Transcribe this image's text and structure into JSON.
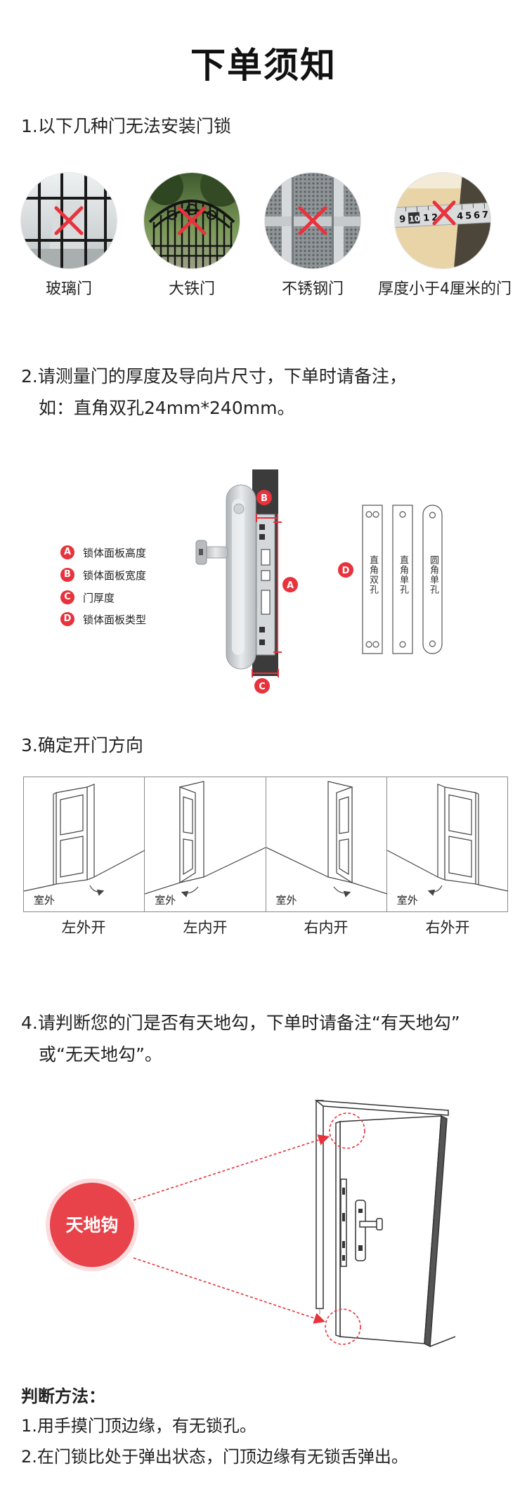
{
  "page": {
    "title": "下单须知"
  },
  "section1": {
    "heading": "1.以下几种门无法安装门锁",
    "items": [
      {
        "label": "玻璃门",
        "image": "glass-door"
      },
      {
        "label": "大铁门",
        "image": "iron-gate"
      },
      {
        "label": "不锈钢门",
        "image": "stainless-steel-door"
      },
      {
        "label": "厚度小于4厘米的门",
        "image": "tape-measure"
      }
    ],
    "tape_numbers": [
      "9",
      "10",
      "1",
      "2",
      "4",
      "5",
      "6",
      "7"
    ]
  },
  "section2": {
    "heading_line1": "2.请测量门的厚度及导向片尺寸，下单时请备注，",
    "heading_line2": "如：直角双孔24mm*240mm。",
    "legend": [
      {
        "letter": "A",
        "text": "锁体面板高度"
      },
      {
        "letter": "B",
        "text": "锁体面板宽度"
      },
      {
        "letter": "C",
        "text": "门厚度"
      },
      {
        "letter": "D",
        "text": "锁体面板类型"
      }
    ],
    "markers": {
      "a": "A",
      "b": "B",
      "c": "C",
      "d": "D"
    },
    "plates": [
      "直角双孔",
      "直角单孔",
      "圆角单孔"
    ]
  },
  "section3": {
    "heading": "3.确定开门方向",
    "doors": [
      {
        "label": "左外开",
        "outdoor": "室外"
      },
      {
        "label": "左内开",
        "outdoor": "室外"
      },
      {
        "label": "右内开",
        "outdoor": "室外"
      },
      {
        "label": "右外开",
        "outdoor": "室外"
      }
    ]
  },
  "section4": {
    "heading_line1": "4.请判断您的门是否有天地勾，下单时请备注“有天地勾”",
    "heading_line2": "或“无天地勾”。",
    "badge": "天地钩"
  },
  "method": {
    "title": "判断方法：",
    "steps": [
      "1.用手摸门顶边缘，有无锁孔。",
      "2.在门锁比处于弹出状态，门顶边缘有无锁舌弹出。"
    ]
  },
  "colors": {
    "accent": "#e8323c",
    "text": "#222222",
    "line": "#555555"
  }
}
